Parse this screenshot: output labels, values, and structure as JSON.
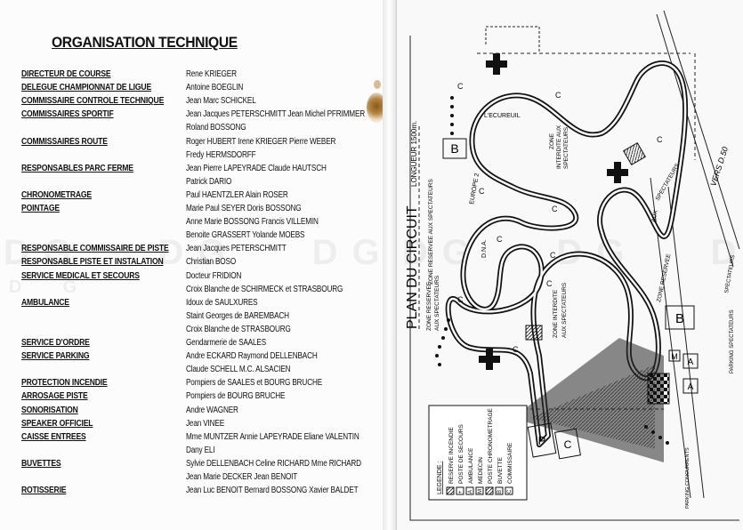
{
  "left": {
    "title": "ORGANISATION TECHNIQUE",
    "rows": [
      {
        "role": "DIRECTEUR DE COURSE",
        "names": "Rene KRIEGER"
      },
      {
        "role": "DELEGUE CHAMPIONNAT DE LIGUE",
        "names": "Antoine BOEGLIN"
      },
      {
        "role": "COMMISSAIRE CONTROLE TECHNIQUE",
        "names": "Jean Marc SCHICKEL"
      },
      {
        "role": "COMMISSAIRES SPORTIF",
        "names": "Jean Jacques PETERSCHMITT    Jean Michel PFRIMMER"
      },
      {
        "role": "",
        "names": "Roland BOSSONG"
      },
      {
        "role": "COMMISSAIRES ROUTE",
        "names": "Roger HUBERT   Irene KRIEGER   Pierre WEBER"
      },
      {
        "role": "",
        "names": "Fredy HERMSDORFF"
      },
      {
        "role": "RESPONSABLES PARC FERME",
        "names": "Jean Pierre LAPEYRADE   Claude HAUTSCH"
      },
      {
        "role": "",
        "names": "Patrick DARIO"
      },
      {
        "role": "CHRONOMETRAGE",
        "names": "Paul HAENTZLER   Alain ROSER"
      },
      {
        "role": "POINTAGE",
        "names": "Marie Paul SEYER   Doris BOSSONG"
      },
      {
        "role": "",
        "names": "Anne Marie BOSSONG   Francis VILLEMIN"
      },
      {
        "role": "",
        "names": "Benoite GRASSERT   Yolande MOEBS"
      },
      {
        "role": "RESPONSABLE COMMISSAIRE DE PISTE",
        "names": "Jean Jacques PETERSCHMITT"
      },
      {
        "role": "RESPONSABLE PISTE ET INSTALATION",
        "names": "Christian BOSO"
      },
      {
        "role": "SERVICE MEDICAL ET SECOURS",
        "names": "Docteur FRIDION"
      },
      {
        "role": "",
        "names": "Croix Blanche de SCHIRMECK et STRASBOURG"
      },
      {
        "role": "AMBULANCE",
        "names": "Idoux de SAULXURES"
      },
      {
        "role": "",
        "names": "Staint Georges de BAREMBACH"
      },
      {
        "role": "",
        "names": "Croix Blanche de STRASBOURG"
      },
      {
        "role": "SERVICE D'ORDRE",
        "names": "Gendarmerie de SAALES"
      },
      {
        "role": "SERVICE PARKING",
        "names": "Andre ECKARD   Raymond DELLENBACH"
      },
      {
        "role": "",
        "names": "Claude SCHELL    M.C. ALSACIEN"
      },
      {
        "role": "PROTECTION INCENDIE",
        "names": "Pompiers de SAALES et BOURG BRUCHE"
      },
      {
        "role": "ARROSAGE PISTE",
        "names": "Pompiers de BOURG BRUCHE"
      },
      {
        "role": "SONORISATION",
        "names": "Andre WAGNER"
      },
      {
        "role": "SPEAKER OFFICIEL",
        "names": "Jean VINEE"
      },
      {
        "role": "CAISSE ENTREES",
        "names": "Mme MUNTZER   Annie LAPEYRADE   Eliane VALENTIN"
      },
      {
        "role": "",
        "names": "Dany ELI"
      },
      {
        "role": "BUVETTES",
        "names": "Sylvie DELLENBACH   Celine RICHARD   Mme RICHARD"
      },
      {
        "role": "",
        "names": "Jean Marie DECKER   Jean BENOIT"
      },
      {
        "role": "ROTISSERIE",
        "names": "Jean Luc BENOIT   Bernard BOSSONG   Xavier BALDET"
      }
    ]
  },
  "watermark": {
    "text": "DG"
  },
  "map": {
    "title": "PLAN DU CIRCUIT",
    "length": "LONGUEUR 1500m.",
    "legend_title": "LEGENDE :",
    "legend_items": [
      "RESERVE INCENDIE",
      "POSTE DE SECOURS",
      "AMBULANCE",
      "MEDECIN",
      "POSTE CHRONOMETRAGE",
      "BUVETTE",
      "COMMISSAIRE"
    ],
    "legend_keys": [
      "",
      "+",
      "A",
      "M",
      "",
      "B",
      "C"
    ],
    "labels": {
      "ecureuil": "L'ECUREUIL",
      "europe2": "EUROPE 2",
      "dna": "D.N.A.",
      "zone_interdite_top_1": "ZONE",
      "zone_interdite_top_2": "INTERDITE AUX",
      "zone_interdite_top_3": "SPECTATEURS",
      "zone_reservee_left_1": "ZONE RESERVEE",
      "zone_reservee_left_2": "AUX SPECTATEURS",
      "zone_interdite_mid_1": "ZONE INTERDITE",
      "zone_interdite_mid_2": "AUX SPECTATEURS",
      "zone_reservee_right_1": "ZONE RESERVEE",
      "zone_reservee_right_2": "AUX",
      "zone_reservee_right_3": "SPECTATEURS",
      "vers": "VERS D.50",
      "spectateurs_right": "SPECTATEURS",
      "parking_spectateurs": "PARKING SPECTATEURS",
      "parking_concurrents": "PARKING CONCURRENTS",
      "zone_left_top": "ZONE RESERVEE AUX SPECTATEURS"
    },
    "markers": {
      "m": "M",
      "a": "A",
      "b": "B",
      "c": "C",
      "p": "P"
    }
  }
}
